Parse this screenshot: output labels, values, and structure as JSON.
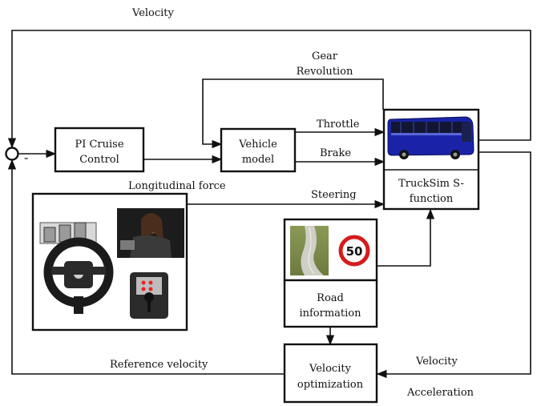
{
  "labels": {
    "velocity_top": "Velocity",
    "gear": "Gear",
    "revolution": "Revolution",
    "throttle": "Throttle",
    "brake": "Brake",
    "steering": "Steering",
    "longitudinal_force": "Longitudinal force",
    "reference_velocity": "Reference velocity",
    "velocity_right": "Velocity",
    "acceleration": "Acceleration",
    "minus_sign": "-"
  },
  "blocks": {
    "pi_line1": "PI Cruise",
    "pi_line2": "Control",
    "vehicle_line1": "Vehicle",
    "vehicle_line2": "model",
    "trucksim_line1": "TruckSim S-",
    "trucksim_line2": "function",
    "road_line1": "Road",
    "road_line2": "information",
    "velopt_line1": "Velocity",
    "velopt_line2": "optimization"
  },
  "speed_sign": "50",
  "icons": {
    "bus": "bus-icon",
    "road": "road-photo",
    "speed_sign": "speed-limit-sign-icon",
    "wheel": "racing-wheel-icon",
    "driver": "driver-photo"
  },
  "colors": {
    "bus_body": "#1a23a8",
    "sign_ring": "#d41c1c",
    "line": "#111111"
  }
}
